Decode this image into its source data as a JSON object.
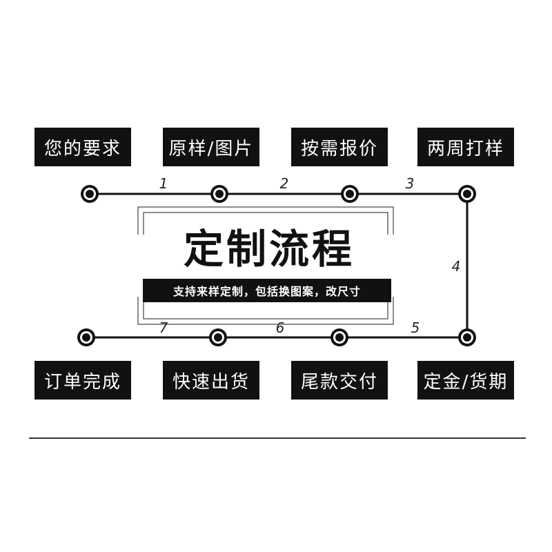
{
  "title": "定制流程",
  "subtitle": "支持来样定制，包括换图案，改尺寸",
  "top_steps": [
    "您的要求",
    "原样/图片",
    "按需报价",
    "两周打样"
  ],
  "bottom_steps": [
    "订单完成",
    "快速出货",
    "尾款交付",
    "定金/货期"
  ],
  "step_numbers": [
    "1",
    "2",
    "3",
    "4",
    "5",
    "6",
    "7"
  ],
  "colors": {
    "box": "#111111",
    "box_text": "#ffffff",
    "line": "#111111"
  }
}
